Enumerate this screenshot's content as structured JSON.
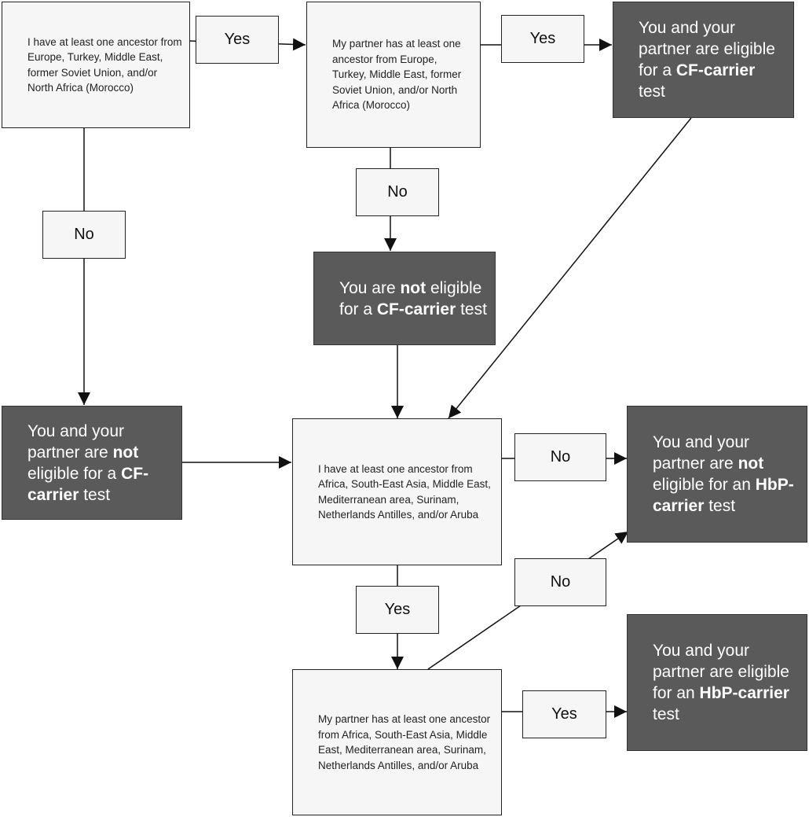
{
  "questions": {
    "q1": "I have at least one ancestor from Europe, Turkey, Middle East, former Soviet Union, and/or North Africa (Morocco)",
    "q2": "My partner has at least one ancestor from Europe, Turkey, Middle East, former Soviet Union, and/or North Africa (Morocco)",
    "q3": "I have at least one ancestor from Africa, South-East Asia, Middle East, Mediterranean area, Surinam, Netherlands Antilles, and/or Aruba",
    "q4": "My partner has at least one ancestor from Africa, South-East Asia, Middle East, Mediterranean area, Surinam, Netherlands Antilles, and/or Aruba"
  },
  "outcomes": {
    "cf_both_eligible": {
      "pre": "You and your partner are eligible for a ",
      "bold": "CF-carrier",
      "post": " test"
    },
    "cf_you_not": {
      "pre": "You are ",
      "bold1": "not",
      "mid": " eligible for a ",
      "bold2": "CF-carrier",
      "post": " test"
    },
    "cf_both_not": {
      "pre": "You and your partner are ",
      "bold1": "not",
      "mid": " eligible for a ",
      "bold2": "CF-carrier",
      "post": " test"
    },
    "hbp_both_not": {
      "pre": "You and your partner are ",
      "bold1": "not",
      "mid": " eligible for an ",
      "bold2": "HbP-carrier",
      "post": " test"
    },
    "hbp_both_eligible": {
      "pre": "You and your partner are eligible for an ",
      "bold": "HbP-carrier",
      "post": " test"
    }
  },
  "labels": {
    "q1_yes": "Yes",
    "q2_yes": "Yes",
    "q1_no": "No",
    "q2_no": "No",
    "q3_no": "No",
    "q3_yes": "Yes",
    "q4_no": "No",
    "q4_yes": "Yes"
  },
  "colors": {
    "question_fill": "#f6f6f6",
    "outcome_fill": "#5a5a5a",
    "outcome_text": "#ffffff",
    "line": "#111111"
  }
}
